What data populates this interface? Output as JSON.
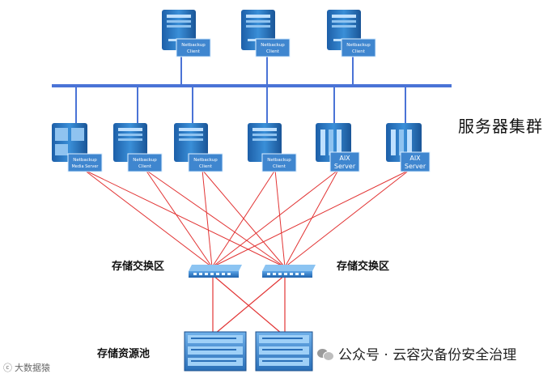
{
  "diagram": {
    "cluster_label": "服务器集群",
    "switch_label_left": "存储交换区",
    "switch_label_right": "存储交换区",
    "storage_label": "存储资源池",
    "top_clients": [
      {
        "line1": "Netbackup",
        "line2": "Client"
      },
      {
        "line1": "Netbackup",
        "line2": "Client"
      },
      {
        "line1": "Netbackup",
        "line2": "Client"
      }
    ],
    "cluster_servers": [
      {
        "kind": "media",
        "line1": "Netbackup",
        "line2": "Media Server"
      },
      {
        "kind": "client",
        "line1": "Netbackup",
        "line2": "Client"
      },
      {
        "kind": "client",
        "line1": "Netbackup",
        "line2": "Client"
      },
      {
        "kind": "client",
        "line1": "Netbackup",
        "line2": "Client"
      },
      {
        "kind": "aix",
        "line1": "AIX",
        "line2": "Server"
      },
      {
        "kind": "aix",
        "line1": "AIX",
        "line2": "Server"
      }
    ],
    "colors": {
      "bus": "#4a73d6",
      "san": "#e23434",
      "server": "#2b7fc9",
      "label_box": "#3f86cf"
    }
  },
  "watermark": {
    "right_text": "公众号 · 云容灾备份安全治理",
    "left_text": "大数据猿"
  }
}
